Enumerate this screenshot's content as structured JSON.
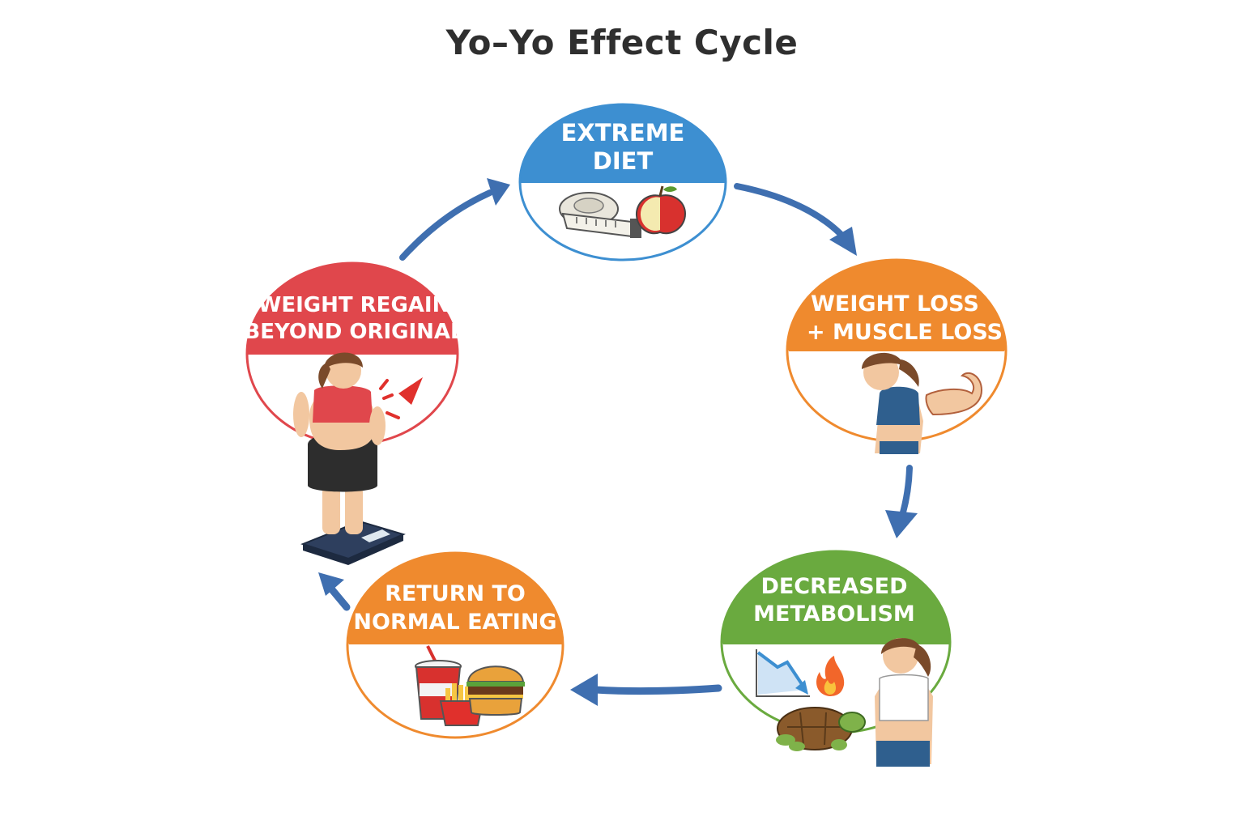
{
  "title": "Yo–Yo Effect Cycle",
  "stages": [
    {
      "id": "extreme-diet",
      "line1": "EXTREME",
      "line2": "DIET",
      "color": "#3d8fd1",
      "illustration": [
        "tape-measure-icon",
        "apple-icon"
      ]
    },
    {
      "id": "weight-loss",
      "line1": "WEIGHT LOSS",
      "line2": "+ MUSCLE LOSS",
      "color": "#ef8a2e",
      "illustration": [
        "thin-woman-figure",
        "flexed-arm-icon"
      ]
    },
    {
      "id": "decreased-metabolism",
      "line1": "DECREASED",
      "line2": "METABOLISM",
      "color": "#6aaa3f",
      "illustration": [
        "declining-chart-icon",
        "fire-icon",
        "turtle-icon",
        "woman-figure"
      ]
    },
    {
      "id": "return-normal-eating",
      "line1": "RETURN TO",
      "line2": "NORMAL EATING",
      "color": "#ef8a2e",
      "illustration": [
        "soda-cup-icon",
        "fries-icon",
        "burger-icon"
      ]
    },
    {
      "id": "weight-regain",
      "line1": "WEIGHT REGAIN",
      "line2": "BEYOND ORIGINAL",
      "color": "#e0474c",
      "illustration": [
        "heavy-woman-figure",
        "bathroom-scale-icon",
        "alert-burst-icon"
      ]
    }
  ],
  "colors": {
    "arrow": "#3f6fb0",
    "title": "#2f2f2f",
    "background": "#ffffff"
  }
}
